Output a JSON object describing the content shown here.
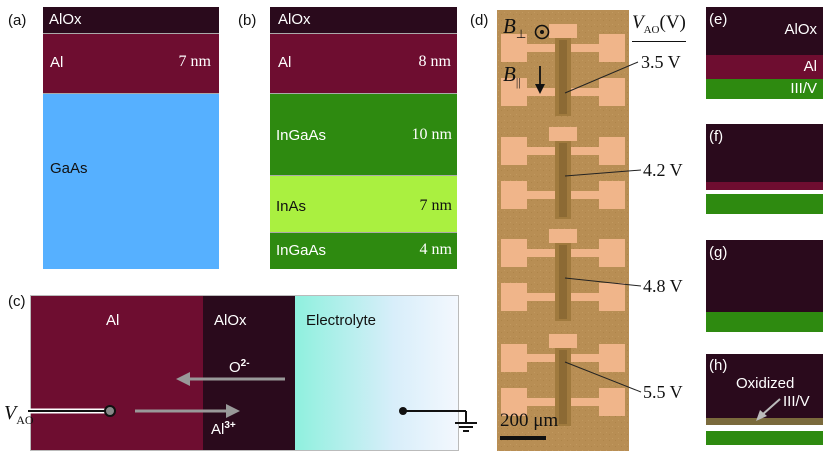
{
  "panel_a": {
    "label": "(a)",
    "layers": [
      {
        "name": "AlOx",
        "thickness": "",
        "color": "#2a0a1c"
      },
      {
        "name": "Al",
        "thickness": "7 nm",
        "color": "#6e0d30"
      },
      {
        "name": "GaAs",
        "thickness": "",
        "color": "#56b0ff"
      }
    ]
  },
  "panel_b": {
    "label": "(b)",
    "layers": [
      {
        "name": "AlOx",
        "thickness": "",
        "color": "#2a0a1c"
      },
      {
        "name": "Al",
        "thickness": "8 nm",
        "color": "#6e0d30"
      },
      {
        "name": "InGaAs",
        "thickness": "10 nm",
        "color": "#2e8a10"
      },
      {
        "name": "InAs",
        "thickness": "7 nm",
        "color": "#aaf040"
      },
      {
        "name": "InGaAs",
        "thickness": "4 nm",
        "color": "#2e8a10"
      }
    ]
  },
  "panel_c": {
    "label": "(c)",
    "regions": {
      "al": "Al",
      "alox": "AlOx",
      "electrolyte": "Electrolyte"
    },
    "oxygen_ion": "O",
    "oxygen_charge": "2-",
    "aluminum_ion": "Al",
    "aluminum_charge": "3+",
    "voltage_symbol": "V",
    "voltage_subscript": "AO"
  },
  "panel_d": {
    "label": "(d)",
    "b_perp_symbol": "B",
    "b_perp_sub": "⊥",
    "b_par_symbol": "B",
    "b_par_sub": "||",
    "column_header": "V",
    "column_header_sub": "AO",
    "column_header_unit": "(V)",
    "voltages": [
      "3.5 V",
      "4.2 V",
      "4.8 V",
      "5.5 V"
    ],
    "scale_bar": "200 μm"
  },
  "side_panels": [
    {
      "label": "(e)",
      "top_text": "AlOx",
      "mid_text": "Al",
      "bottom_text": "III/V"
    },
    {
      "label": "(f)"
    },
    {
      "label": "(g)"
    },
    {
      "label": "(h)",
      "annotation_line1": "Oxidized",
      "annotation_line2": "III/V"
    }
  ],
  "colors": {
    "alox": "#2a0a1c",
    "al": "#6e0d30",
    "gaas": "#56b0ff",
    "ingaas": "#2e8a10",
    "inas": "#aaf040",
    "chip_bg": "#b98f55",
    "pad": "#f0b58a",
    "oxidized_band": "#7a6a3c"
  }
}
